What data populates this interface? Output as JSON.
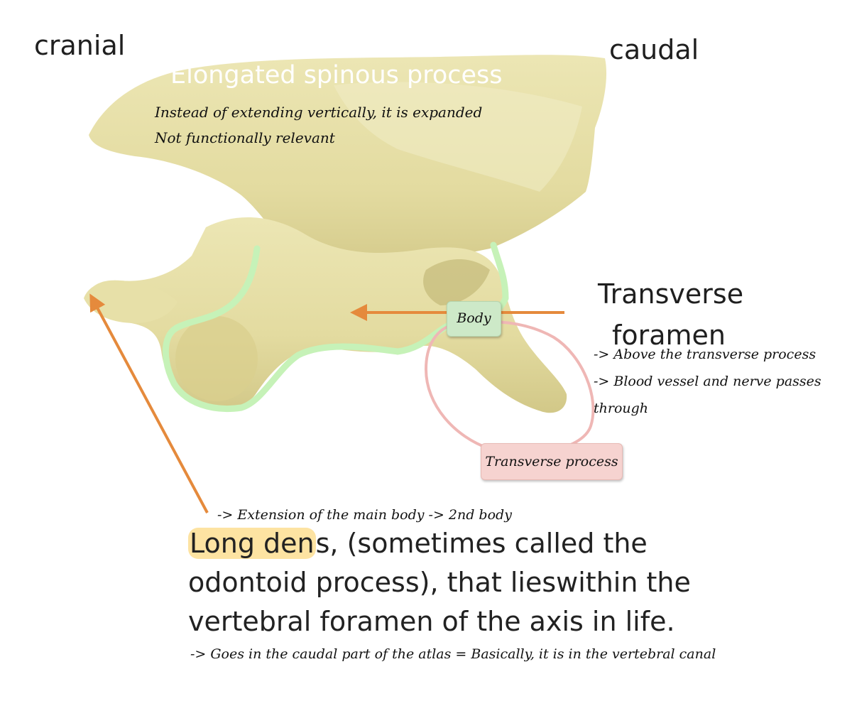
{
  "labels": {
    "cranial": "cranial",
    "caudal": "caudal",
    "spinous_title": "Elongated spinous process",
    "spinous_note_1": "Instead of extending vertically, it is expanded",
    "spinous_note_2": "Not functionally relevant",
    "transverse_foramen_line1": "Transverse",
    "transverse_foramen_line2": "foramen",
    "transverse_foramen_note_1": "-> Above the transverse process",
    "transverse_foramen_note_2": "-> Blood vessel and nerve passes",
    "transverse_foramen_note_3": "through",
    "body_tag": "Body",
    "transverse_process_tag": "Transverse process",
    "dens_note": "-> Extension of the main body -> 2nd body",
    "dens_highlight": "Long den",
    "dens_rest": "s, (sometimes called the odontoid process), that lieswithin the vertebral foramen of the axis in life.",
    "canal_note": "-> Goes in the caudal part of the atlas = Basically, it is in the vertebral canal"
  },
  "colors": {
    "bone": "#e6dfa3",
    "bone_shadow": "#c9bf7e",
    "green_outline": "#c6f2b8",
    "pink_outline": "#efb7b5",
    "arrow": "#e58a3c",
    "highlight": "#fde3a2"
  }
}
